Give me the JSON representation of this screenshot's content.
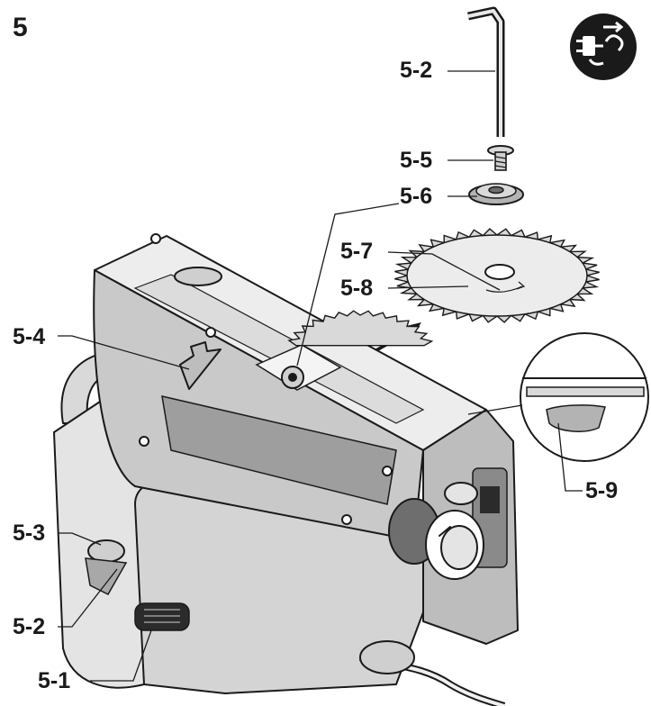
{
  "figure": {
    "number": "5",
    "callouts": [
      "5-1",
      "5-2",
      "5-2",
      "5-3",
      "5-4",
      "5-5",
      "5-6",
      "5-7",
      "5-8",
      "5-9"
    ]
  },
  "icons": {
    "warning": "unplug-power-icon"
  },
  "colors": {
    "ink": "#1a1a1a",
    "shade_light": "#d9d9d9",
    "shade_mid": "#b3b3b3",
    "shade_dark": "#6e6e6e",
    "background": "#ffffff"
  }
}
